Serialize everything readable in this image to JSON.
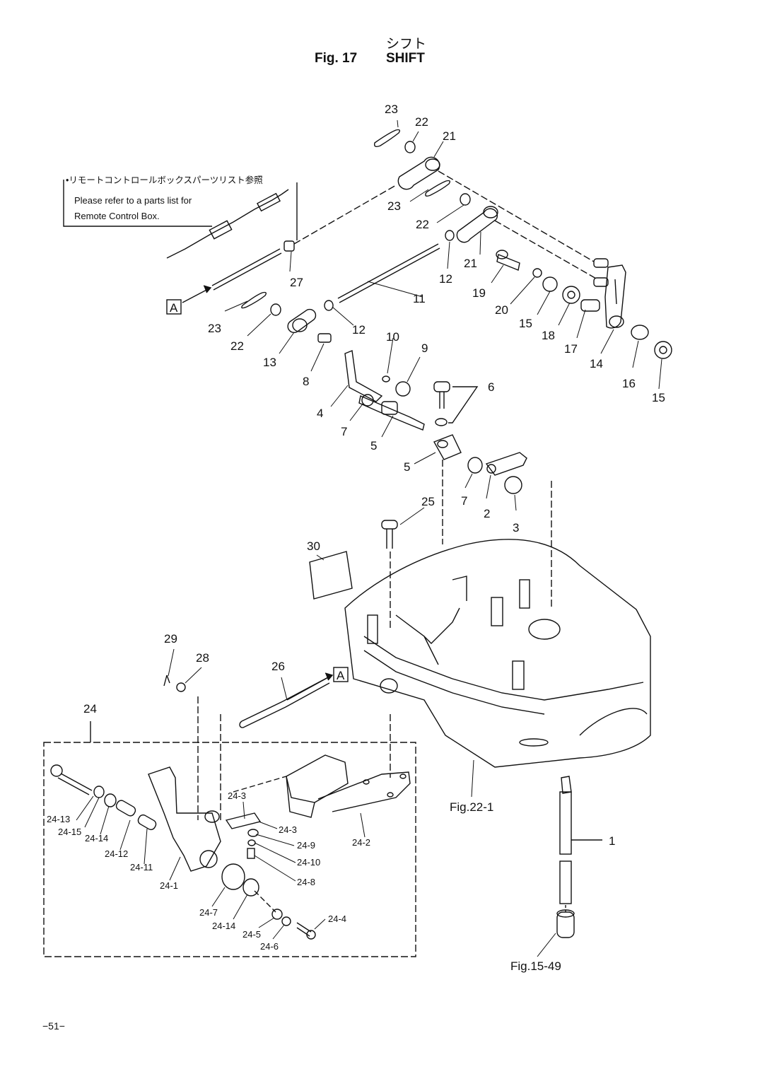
{
  "header": {
    "figure": "Fig. 17",
    "title_jp": "シフト",
    "title_en": "SHIFT"
  },
  "note": {
    "jp": "•リモートコントロールボックスパーツリスト参照",
    "en_line1": "Please refer to a parts list for",
    "en_line2": "Remote Control Box."
  },
  "box_marker": "A",
  "refs": {
    "fig22": "Fig.22-1",
    "fig15": "Fig.15-49"
  },
  "labels": {
    "p1": "1",
    "p2": "2",
    "p3": "3",
    "p4": "4",
    "p5a": "5",
    "p5b": "5",
    "p6": "6",
    "p7a": "7",
    "p7b": "7",
    "p8": "8",
    "p9": "9",
    "p10": "10",
    "p11": "11",
    "p12a": "12",
    "p12b": "12",
    "p13": "13",
    "p14": "14",
    "p15a": "15",
    "p15b": "15",
    "p16": "16",
    "p17": "17",
    "p18": "18",
    "p19": "19",
    "p20": "20",
    "p21a": "21",
    "p21b": "21",
    "p22a": "22",
    "p22b": "22",
    "p22c": "22",
    "p23a": "23",
    "p23b": "23",
    "p23c": "23",
    "p24": "24",
    "p25": "25",
    "p26": "26",
    "p27": "27",
    "p28": "28",
    "p29": "29",
    "p30": "30",
    "s24_1": "24-1",
    "s24_2": "24-2",
    "s24_3a": "24-3",
    "s24_3b": "24-3",
    "s24_4": "24-4",
    "s24_5": "24-5",
    "s24_6": "24-6",
    "s24_7": "24-7",
    "s24_8": "24-8",
    "s24_9": "24-9",
    "s24_10": "24-10",
    "s24_11": "24-11",
    "s24_12": "24-12",
    "s24_13": "24-13",
    "s24_14a": "24-14",
    "s24_14b": "24-14",
    "s24_15": "24-15"
  },
  "page": "−51−"
}
